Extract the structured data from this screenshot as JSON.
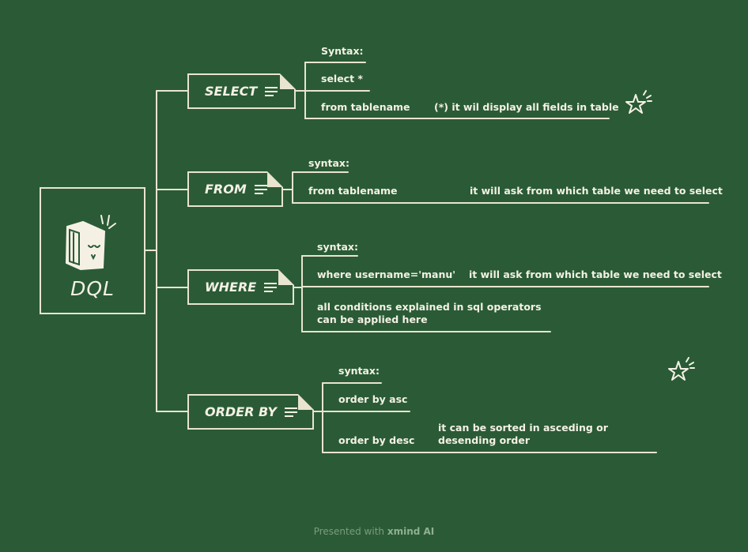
{
  "root": {
    "title": "DQL",
    "icon": "book-icon"
  },
  "branches": {
    "select": {
      "label": "SELECT",
      "leaves": [
        "Syntax:",
        "select *",
        "from tablename"
      ],
      "note": "(*) it wil display all fields in table"
    },
    "from": {
      "label": "FROM",
      "leaves": [
        "syntax:",
        "from tablename"
      ],
      "note": "it will ask from which table we need to select"
    },
    "where": {
      "label": "WHERE",
      "leaves": [
        "syntax:",
        "where username='manu'",
        "all conditions explained in sql operators can be applied here"
      ],
      "note": "it will ask from which table we need to select"
    },
    "orderby": {
      "label": "ORDER BY",
      "leaves": [
        "syntax:",
        "order by asc",
        "order by desc"
      ],
      "note": "it can be sorted in asceding or desending order"
    }
  },
  "footer": {
    "prefix": "Presented with",
    "brand": "xmind AI"
  },
  "colors": {
    "background": "#2a5b36",
    "chalk": "#e9e4cf"
  }
}
